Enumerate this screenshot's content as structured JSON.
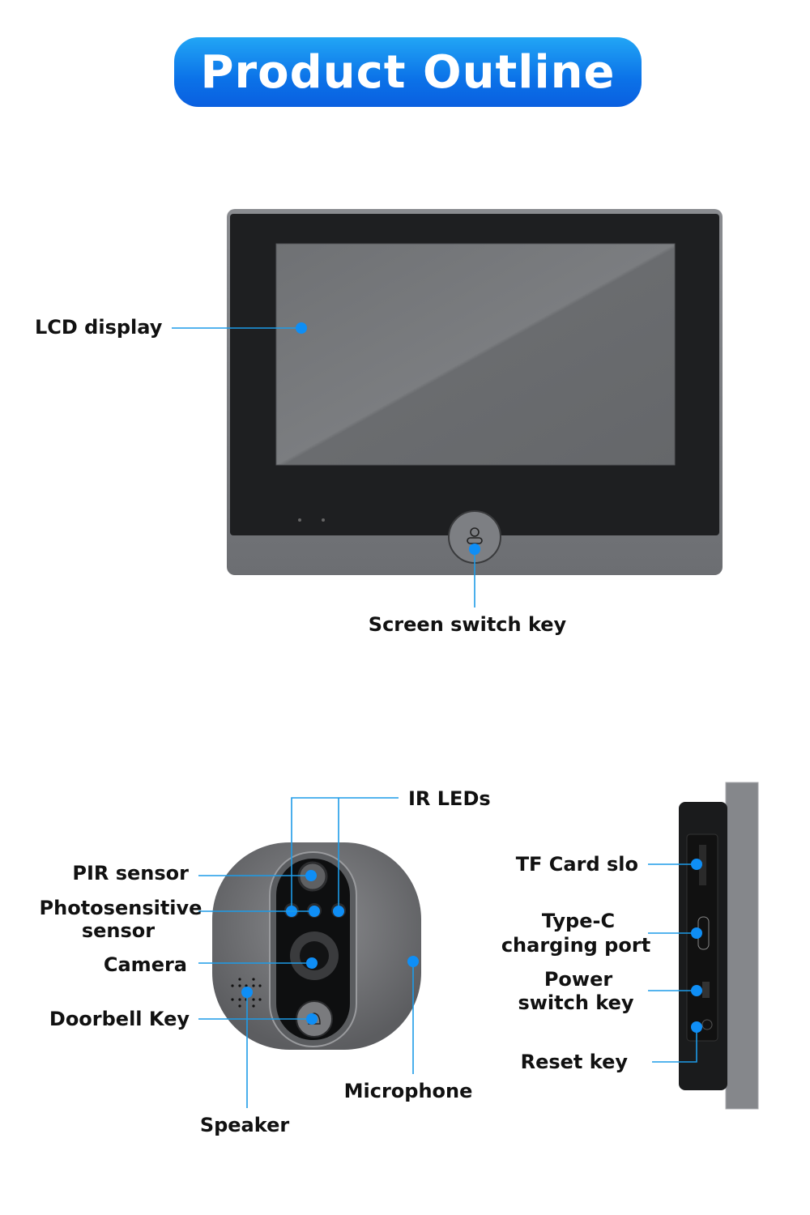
{
  "title": "Product Outline",
  "colors": {
    "accent": "#1d9be8",
    "title_bg": "#0b72e8"
  },
  "monitor": {
    "labels": {
      "lcd_display": "LCD display",
      "screen_switch_key": "Screen switch key"
    }
  },
  "doorbell": {
    "labels": {
      "ir_leds": "IR LEDs",
      "pir_sensor": "PIR sensor",
      "photosensitive_1": "Photosensitive",
      "photosensitive_2": "sensor",
      "camera": "Camera",
      "doorbell_key": "Doorbell Key",
      "speaker": "Speaker",
      "microphone": "Microphone"
    }
  },
  "side_view": {
    "labels": {
      "tf_card": "TF Card slo",
      "typec_1": "Type-C",
      "typec_2": "charging port",
      "power_1": "Power",
      "power_2": "switch key",
      "reset": "Reset key"
    }
  }
}
